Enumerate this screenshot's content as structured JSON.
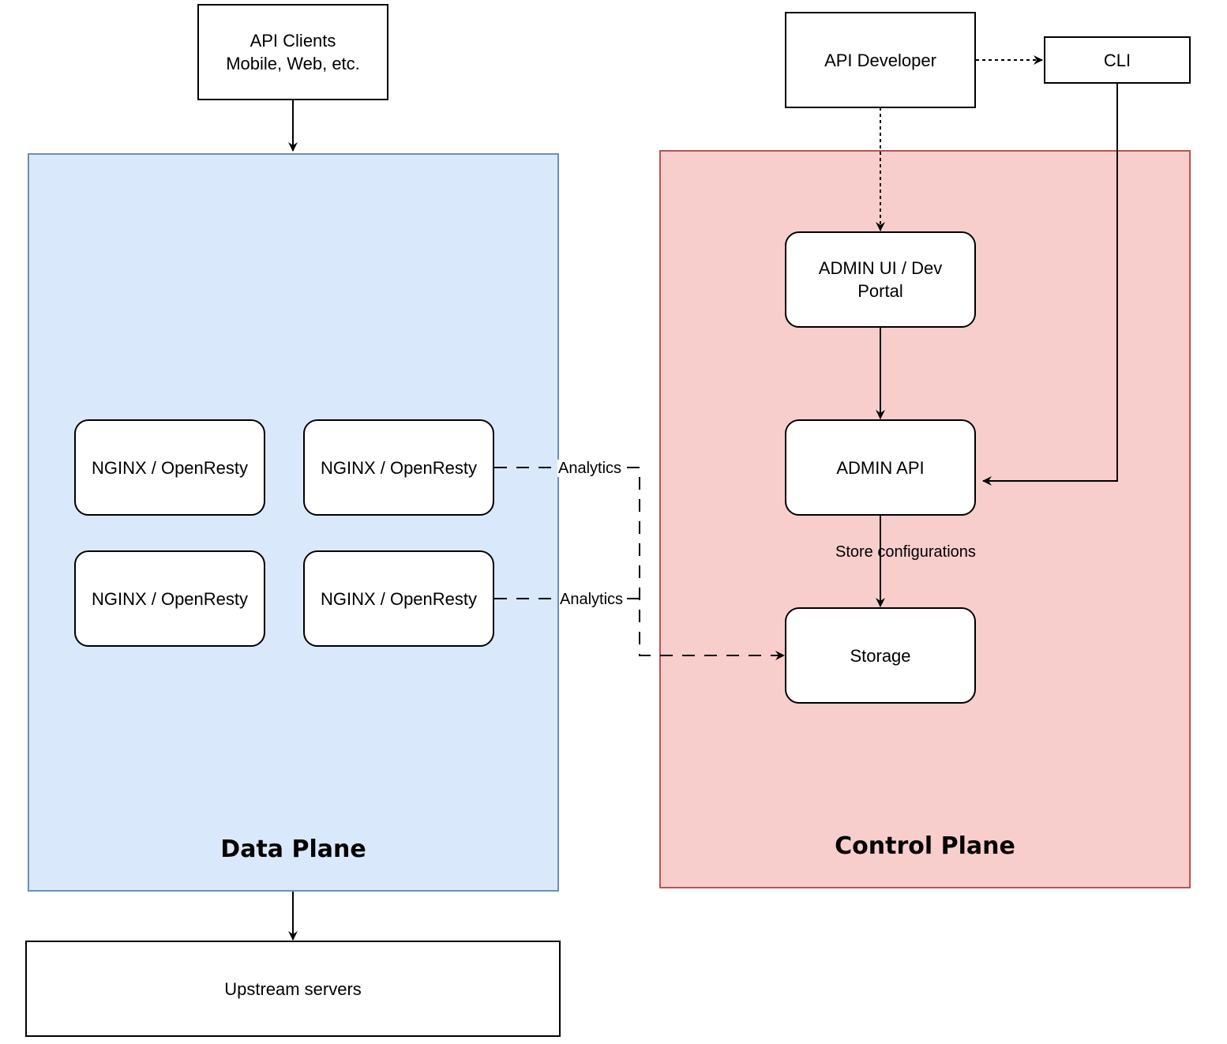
{
  "panels": {
    "data_plane": {
      "title": "Data Plane",
      "fill": "#dae8fc",
      "stroke": "#6c8ebf"
    },
    "control_plane": {
      "title": "Control Plane",
      "fill": "#f8cecc",
      "stroke": "#b85450"
    }
  },
  "nodes": {
    "api_clients": "API Clients\nMobile, Web, etc.",
    "upstream_servers": "Upstream servers",
    "api_developer": "API Developer",
    "cli": "CLI",
    "admin_ui": "ADMIN UI / Dev\nPortal",
    "admin_api": "ADMIN API",
    "storage": "Storage",
    "nginx_1": "NGINX / OpenResty",
    "nginx_2": "NGINX / OpenResty",
    "nginx_3": "NGINX / OpenResty",
    "nginx_4": "NGINX / OpenResty"
  },
  "edge_labels": {
    "analytics_top": "Analytics",
    "analytics_bottom": "Analytics",
    "store_configurations": "Store configurations"
  }
}
